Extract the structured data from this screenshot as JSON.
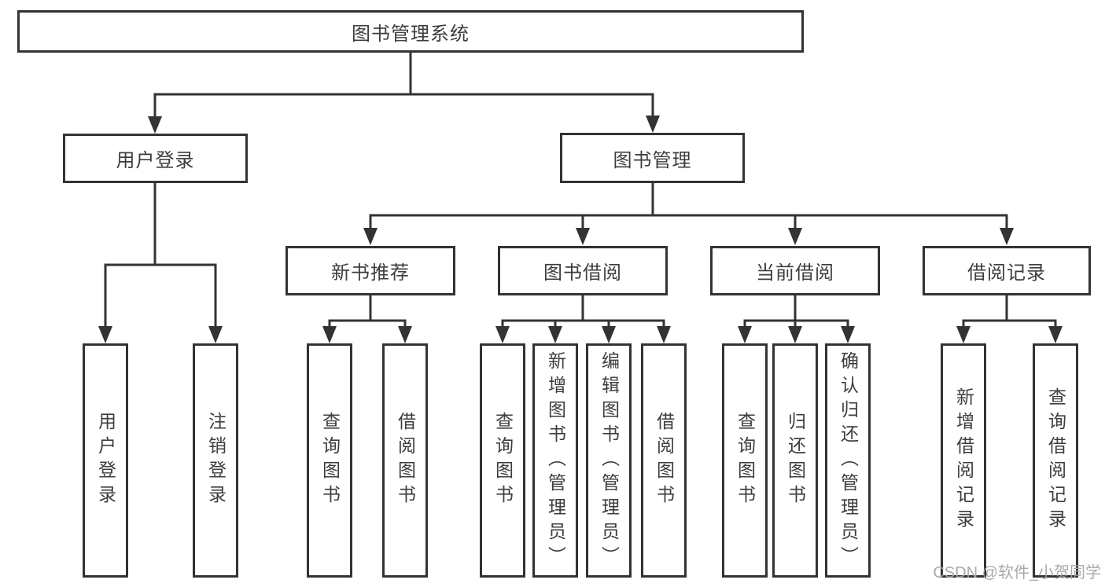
{
  "diagram_type": "hierarchy-tree",
  "watermark": "CSDN @软件_小贺同学",
  "colors": {
    "line": "#333333",
    "box_border": "#333333",
    "box_background": "#ffffff",
    "text": "#3d3d3d",
    "watermark": "#a2a5aa",
    "page_background": "#ffffff"
  },
  "tree": {
    "root": {
      "label": "图书管理系统",
      "children": [
        {
          "label": "用户登录",
          "children": [
            {
              "label": "用户登录"
            },
            {
              "label": "注销登录"
            }
          ]
        },
        {
          "label": "图书管理",
          "children": [
            {
              "label": "新书推荐",
              "children": [
                {
                  "label": "查询图书"
                },
                {
                  "label": "借阅图书"
                }
              ]
            },
            {
              "label": "图书借阅",
              "children": [
                {
                  "label": "查询图书"
                },
                {
                  "label": "新增图书（管理员）"
                },
                {
                  "label": "编辑图书（管理员）"
                },
                {
                  "label": "借阅图书"
                }
              ]
            },
            {
              "label": "当前借阅",
              "children": [
                {
                  "label": "查询图书"
                },
                {
                  "label": "归还图书"
                },
                {
                  "label": "确认归还（管理员）"
                }
              ]
            },
            {
              "label": "借阅记录",
              "children": [
                {
                  "label": "新增借阅记录"
                },
                {
                  "label": "查询借阅记录"
                }
              ]
            }
          ]
        }
      ]
    }
  }
}
